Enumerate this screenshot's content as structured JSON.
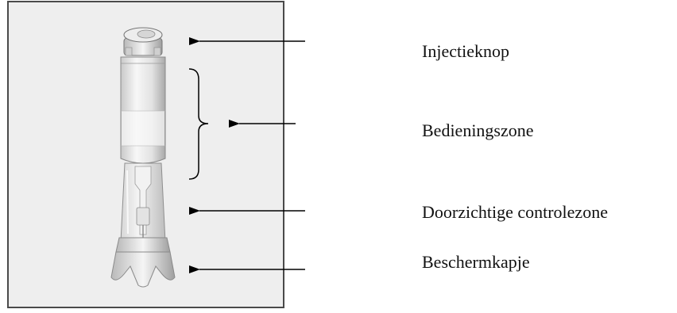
{
  "labels": {
    "injection_button": "Injectieknop",
    "operating_zone": "Bedieningszone",
    "inspection_zone": "Doorzichtige controlezone",
    "protective_cap": "Beschermkapje"
  },
  "colors": {
    "frame": "#4a4a4a",
    "panel_background": "#eeeeee",
    "arrow": "#000000",
    "text": "#111111"
  }
}
